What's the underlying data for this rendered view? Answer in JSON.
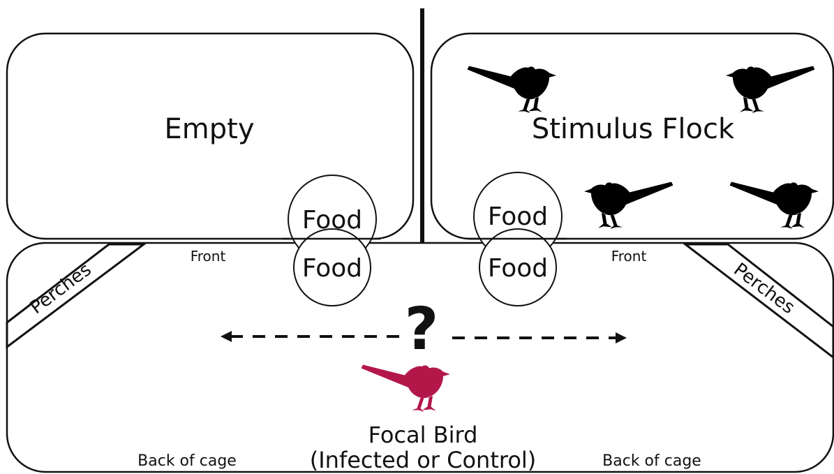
{
  "left_cage": {
    "label": "Empty"
  },
  "right_cage": {
    "label": "Stimulus Flock"
  },
  "food": {
    "upper_left": "Food",
    "upper_right": "Food",
    "lower_left": "Food",
    "lower_right": "Food"
  },
  "test_cage": {
    "front_left": "Front",
    "front_right": "Front",
    "perches_left": "Perches",
    "perches_right": "Perches",
    "question": "?",
    "back_left": "Back of cage",
    "back_right": "Back of cage",
    "focal_title": "Focal Bird",
    "focal_subtitle": "(Infected or Control)"
  },
  "colors": {
    "stimulus_bird": "#000000",
    "focal_bird": "#b3174a",
    "stroke": "#111111"
  },
  "icons": [
    "stimulus-bird-icon",
    "focal-bird-icon",
    "double-arrow-icon"
  ]
}
